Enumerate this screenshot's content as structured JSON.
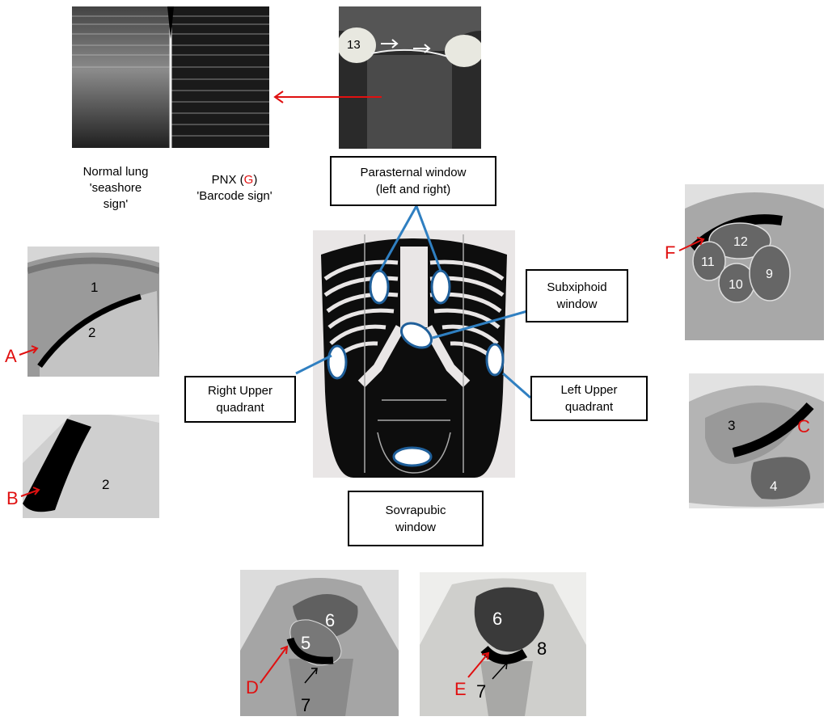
{
  "captions": {
    "normal_lung": [
      "Normal lung",
      "'seashore",
      "sign'"
    ],
    "pnx_prefix": "PNX (",
    "pnx_letter": "G",
    "pnx_suffix": ")",
    "pnx_sign": "'Barcode sign'"
  },
  "windows": {
    "parasternal": [
      "Parasternal window",
      "(left and right)"
    ],
    "subxiphoid": [
      "Subxiphoid",
      "window"
    ],
    "right_upper": [
      "Right Upper",
      "quadrant"
    ],
    "left_upper": [
      "Left Upper",
      "quadrant"
    ],
    "sovrapubic": [
      "Sovrapubic",
      "window"
    ]
  },
  "panels": {
    "parasternal_scan": {
      "label": "13"
    },
    "ruq_a": {
      "letter": "A",
      "labels": [
        "1",
        "2"
      ]
    },
    "ruq_b": {
      "letter": "B",
      "labels": [
        "2"
      ]
    },
    "subxiphoid_f": {
      "letter": "F",
      "labels": [
        "12",
        "11",
        "10",
        "9"
      ]
    },
    "luq_c": {
      "letter": "C",
      "labels": [
        "3",
        "4"
      ]
    },
    "pelvic_d": {
      "letter": "D",
      "labels": [
        "6",
        "5",
        "7"
      ]
    },
    "pelvic_e": {
      "letter": "E",
      "labels": [
        "6",
        "8",
        "7"
      ]
    }
  },
  "colors": {
    "arrow": "#e01010",
    "window_line": "#2f7fc1",
    "oval_border": "#1f5f9a"
  }
}
